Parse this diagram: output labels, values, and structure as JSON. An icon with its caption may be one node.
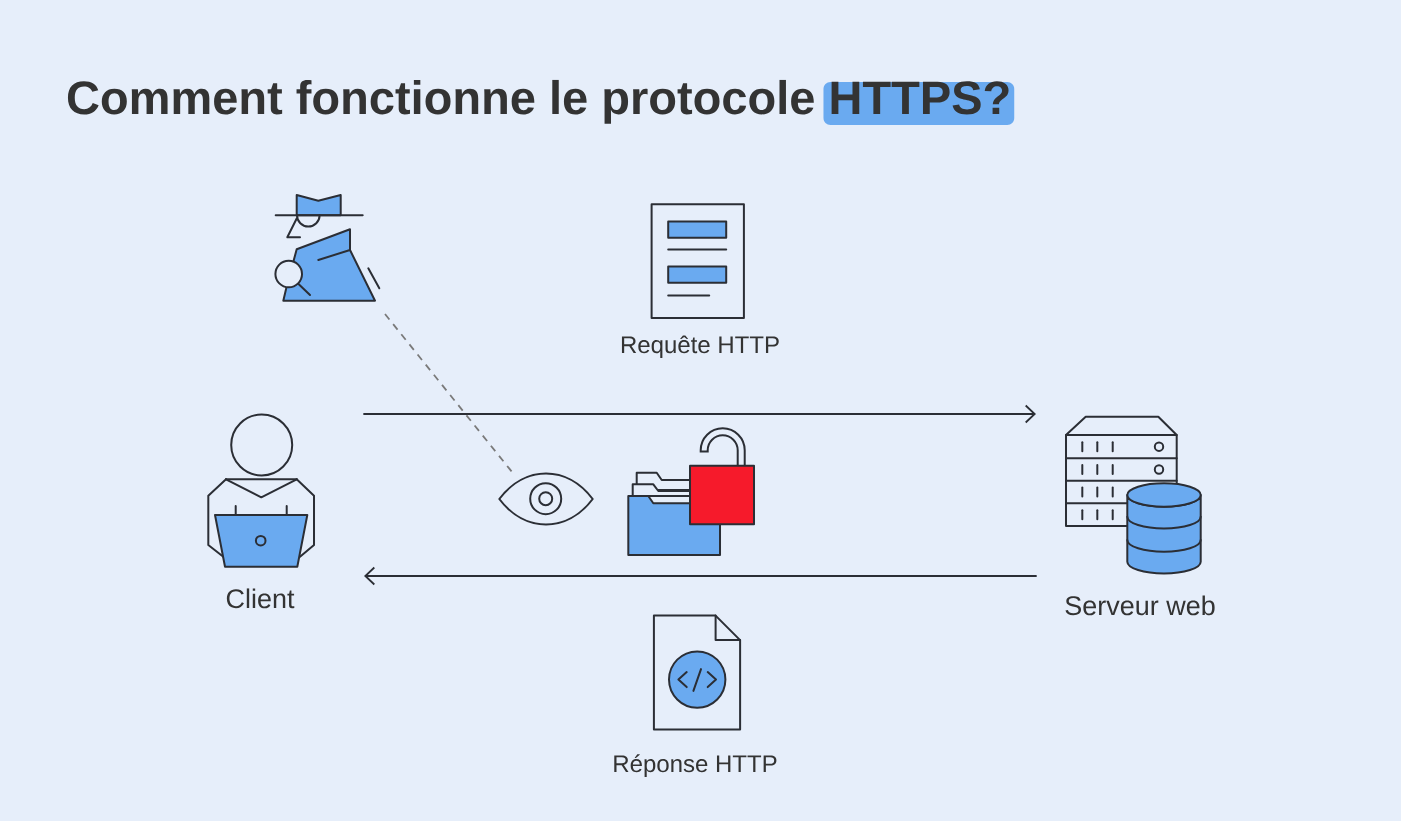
{
  "diagram": {
    "title": "Comment fonctionne le protocole HTTPS?",
    "nodes": [
      {
        "text": [],
        "shape": "person"
      },
      {
        "text": [
          "Requête HTTP"
        ]
      },
      {
        "text": [
          "Client"
        ]
      },
      {
        "text": [],
        "shape": "picture"
      },
      {
        "text": [],
        "shape": "picture"
      },
      {
        "text": [
          "Serveur web"
        ]
      },
      {
        "text": [
          "Réponse HTTP"
        ]
      }
    ],
    "edges": [
      {
        "from": 2,
        "to": 5,
        "arrow": "to"
      },
      {
        "from": 5,
        "to": 2,
        "arrow": "to"
      },
      {
        "from": 0,
        "to": 3,
        "arrow": "none",
        "style": "dashed",
        "color": "#7a7a7a"
      }
    ]
  }
}
